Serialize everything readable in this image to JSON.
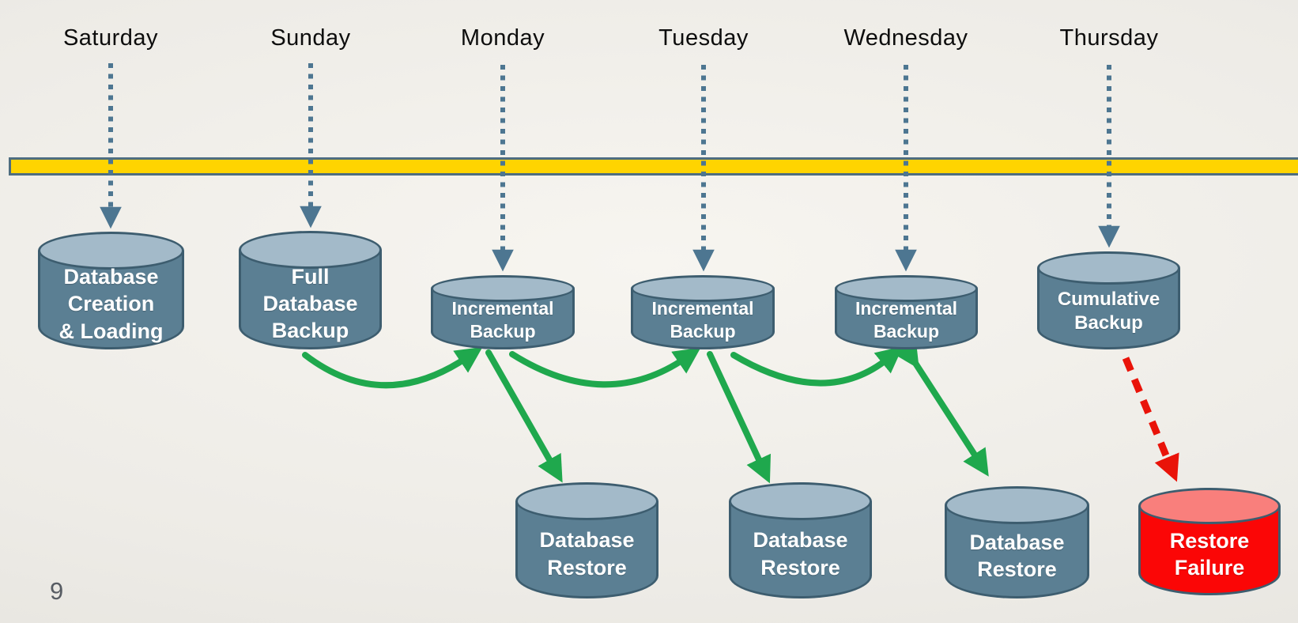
{
  "page": {
    "number": "9"
  },
  "timeline": {
    "days": [
      "Saturday",
      "Sunday",
      "Monday",
      "Tuesday",
      "Wednesday",
      "Thursday"
    ],
    "bar_fill_color": "#ffd400",
    "bar_border_color": "#4e6d80"
  },
  "nodes": {
    "database_creation": {
      "label": "Database\nCreation\n& Loading",
      "day": "Saturday"
    },
    "full_backup": {
      "label": "Full\nDatabase\nBackup",
      "day": "Sunday"
    },
    "incremental_mon": {
      "label": "Incremental\nBackup",
      "day": "Monday"
    },
    "incremental_tue": {
      "label": "Incremental\nBackup",
      "day": "Tuesday"
    },
    "incremental_wed": {
      "label": "Incremental\nBackup",
      "day": "Wednesday"
    },
    "cumulative_backup": {
      "label": "Cumulative\nBackup",
      "day": "Thursday"
    },
    "restore_mon": {
      "label": "Database\nRestore"
    },
    "restore_tue": {
      "label": "Database\nRestore"
    },
    "restore_wed": {
      "label": "Database\nRestore"
    },
    "restore_failure": {
      "label": "Restore\nFailure"
    }
  },
  "connections": [
    {
      "from": "day-saturday",
      "to": "database_creation",
      "style": "dotted-slate-arrow"
    },
    {
      "from": "day-sunday",
      "to": "full_backup",
      "style": "dotted-slate-arrow"
    },
    {
      "from": "day-monday",
      "to": "incremental_mon",
      "style": "dotted-slate-arrow"
    },
    {
      "from": "day-tuesday",
      "to": "incremental_tue",
      "style": "dotted-slate-arrow"
    },
    {
      "from": "day-wednesday",
      "to": "incremental_wed",
      "style": "dotted-slate-arrow"
    },
    {
      "from": "day-thursday",
      "to": "cumulative_backup",
      "style": "dotted-slate-arrow"
    },
    {
      "from": "full_backup",
      "to": "incremental_mon",
      "style": "green-curved-arrow"
    },
    {
      "from": "incremental_mon",
      "to": "incremental_tue",
      "style": "green-curved-arrow"
    },
    {
      "from": "incremental_tue",
      "to": "incremental_wed",
      "style": "green-curved-arrow"
    },
    {
      "from": "incremental_mon",
      "to": "restore_mon",
      "style": "green-straight-arrow"
    },
    {
      "from": "incremental_tue",
      "to": "restore_tue",
      "style": "green-straight-arrow"
    },
    {
      "from": "incremental_wed",
      "to": "restore_wed",
      "style": "green-straight-arrow"
    },
    {
      "from": "cumulative_backup",
      "to": "restore_failure",
      "style": "red-dashed-arrow"
    }
  ],
  "colors": {
    "cylinder_body": "#5b7f93",
    "cylinder_top": "#a3bac9",
    "cylinder_stroke": "#3d5d6f",
    "failure_body": "#fb0606",
    "failure_top": "#f97f7c",
    "green_arrow": "#1fa84d",
    "red_arrow": "#e91309",
    "dotted_arrow": "#4d7691",
    "timeline_yellow": "#ffd400"
  }
}
